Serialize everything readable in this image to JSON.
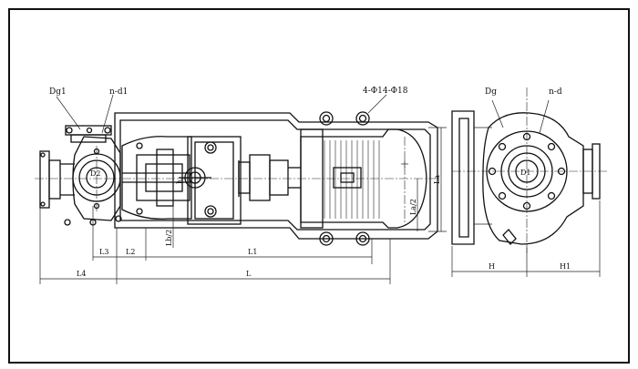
{
  "labels": {
    "dg1": "Dg1",
    "nd1": "n-d1",
    "bolts": "4-Φ14-Φ18",
    "dg": "Dg",
    "nd": "n-d",
    "d2": "D2",
    "d1": "D1",
    "l3": "L3",
    "l2": "L2",
    "lb2": "Lb/2",
    "h": "h",
    "l1": "L1",
    "la": "La",
    "la2": "La/2",
    "l4": "L4",
    "l": "L",
    "hh": "H",
    "h1": "H1"
  }
}
